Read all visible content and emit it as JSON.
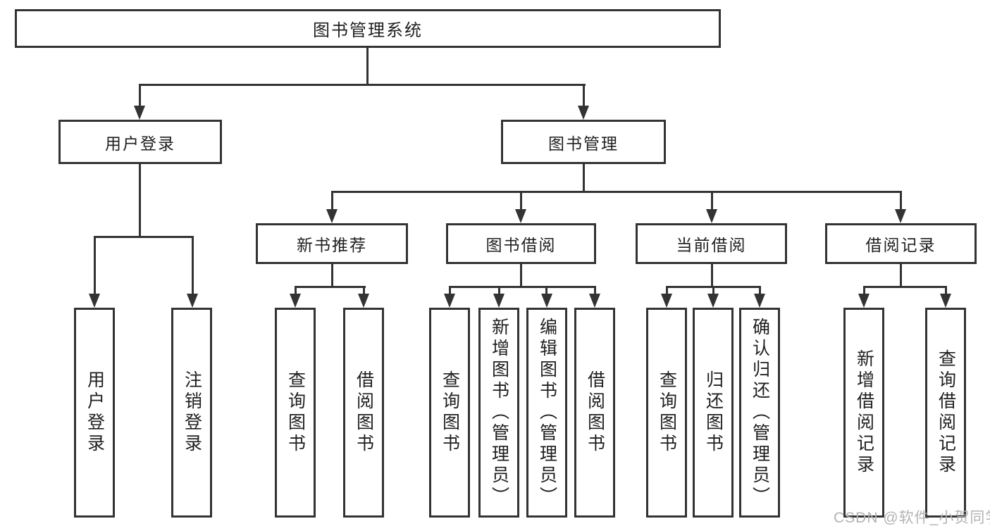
{
  "tree": {
    "label": "图书管理系统",
    "children": [
      {
        "label": "用户登录",
        "children": [
          {
            "label": "用户登录"
          },
          {
            "label": "注销登录"
          }
        ]
      },
      {
        "label": "图书管理",
        "children": [
          {
            "label": "新书推荐",
            "children": [
              {
                "label": "查询图书"
              },
              {
                "label": "借阅图书"
              }
            ]
          },
          {
            "label": "图书借阅",
            "children": [
              {
                "label": "查询图书"
              },
              {
                "label": "新增图书（管理员）"
              },
              {
                "label": "编辑图书（管理员）"
              },
              {
                "label": "借阅图书"
              }
            ]
          },
          {
            "label": "当前借阅",
            "children": [
              {
                "label": "查询图书"
              },
              {
                "label": "归还图书"
              },
              {
                "label": "确认归还（管理员）"
              }
            ]
          },
          {
            "label": "借阅记录",
            "children": [
              {
                "label": "新增借阅记录"
              },
              {
                "label": "查询借阅记录"
              }
            ]
          }
        ]
      }
    ]
  },
  "watermark": {
    "text": "CSDN @软件_小贺同学"
  },
  "colors": {
    "line": "#333333",
    "box_border": "#333333",
    "background": "#ffffff",
    "text": "#1f1f1f",
    "watermark": "#b3b3b3"
  }
}
